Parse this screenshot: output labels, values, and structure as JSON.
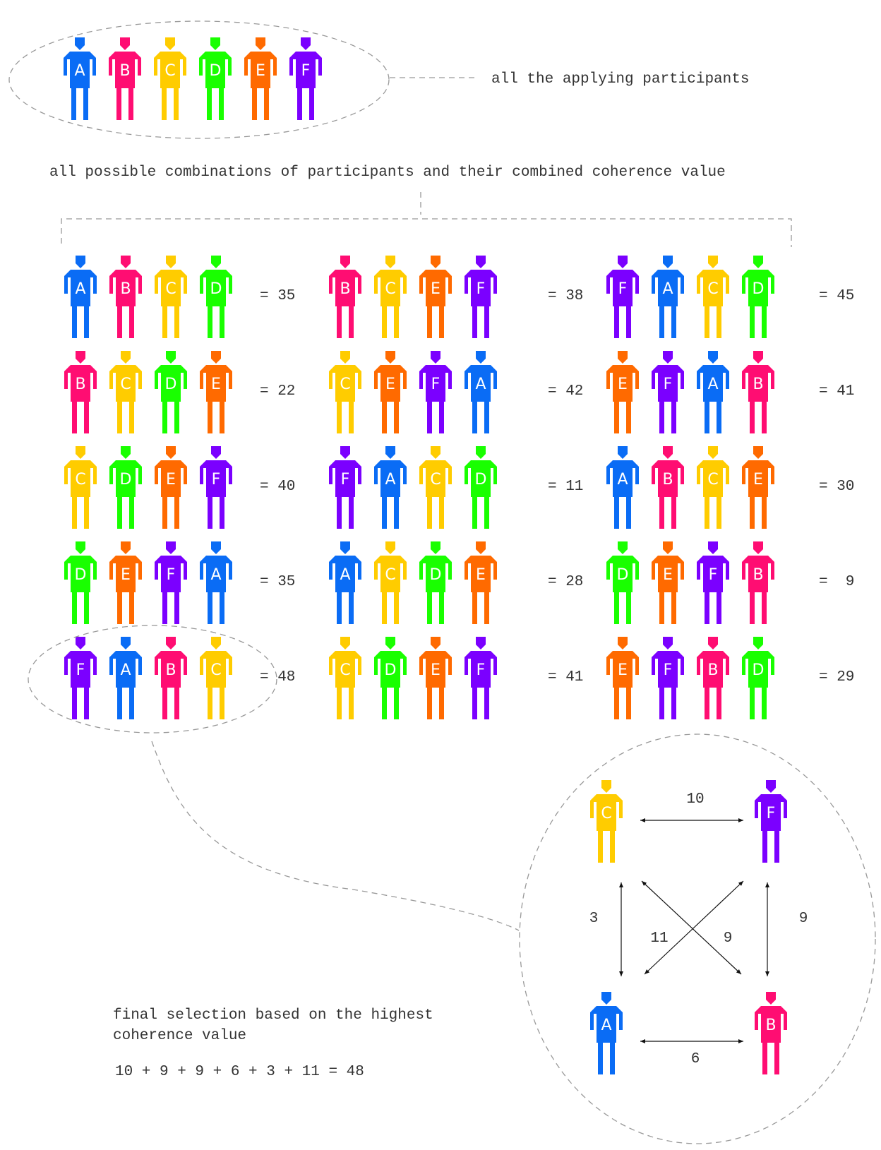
{
  "colors": {
    "A": "#0a6cf5",
    "B": "#ff0d72",
    "C": "#ffcc00",
    "D": "#19ff00",
    "E": "#ff6a00",
    "F": "#7b00ff"
  },
  "participants_label": "all the applying participants",
  "participants": [
    "A",
    "B",
    "C",
    "D",
    "E",
    "F"
  ],
  "combinations_label": "all possible combinations of participants and their combined coherence value",
  "combinations": [
    [
      {
        "members": [
          "A",
          "B",
          "C",
          "D"
        ],
        "value": "= 35"
      },
      {
        "members": [
          "B",
          "C",
          "D",
          "E"
        ],
        "value": "= 22"
      },
      {
        "members": [
          "C",
          "D",
          "E",
          "F"
        ],
        "value": "= 40"
      },
      {
        "members": [
          "D",
          "E",
          "F",
          "A"
        ],
        "value": "= 35"
      },
      {
        "members": [
          "F",
          "A",
          "B",
          "C"
        ],
        "value": "= 48"
      }
    ],
    [
      {
        "members": [
          "B",
          "C",
          "E",
          "F"
        ],
        "value": "= 38"
      },
      {
        "members": [
          "C",
          "E",
          "F",
          "A"
        ],
        "value": "= 42"
      },
      {
        "members": [
          "F",
          "A",
          "C",
          "D"
        ],
        "value": "= 11"
      },
      {
        "members": [
          "A",
          "C",
          "D",
          "E"
        ],
        "value": "= 28"
      },
      {
        "members": [
          "C",
          "D",
          "E",
          "F"
        ],
        "value": "= 41"
      }
    ],
    [
      {
        "members": [
          "F",
          "A",
          "C",
          "D"
        ],
        "value": "= 45"
      },
      {
        "members": [
          "E",
          "F",
          "A",
          "B"
        ],
        "value": "= 41"
      },
      {
        "members": [
          "A",
          "B",
          "C",
          "E"
        ],
        "value": "= 30"
      },
      {
        "members": [
          "D",
          "E",
          "F",
          "B"
        ],
        "value": "=  9"
      },
      {
        "members": [
          "E",
          "F",
          "B",
          "D"
        ],
        "value": "= 29"
      }
    ]
  ],
  "final_selection": {
    "label_line1": "final selection based on the highest",
    "label_line2": "coherence value",
    "equation": "10 + 9 + 9 + 6 + 3 + 11 = 48",
    "members": [
      "C",
      "F",
      "A",
      "B"
    ],
    "links": [
      {
        "from": "C",
        "to": "F",
        "value": "10"
      },
      {
        "from": "A",
        "to": "B",
        "value": "6"
      },
      {
        "from": "C",
        "to": "A",
        "value": "3"
      },
      {
        "from": "F",
        "to": "B",
        "value": "9"
      },
      {
        "from": "C",
        "to": "B",
        "value": "11"
      },
      {
        "from": "F",
        "to": "A",
        "value": "9"
      }
    ]
  }
}
